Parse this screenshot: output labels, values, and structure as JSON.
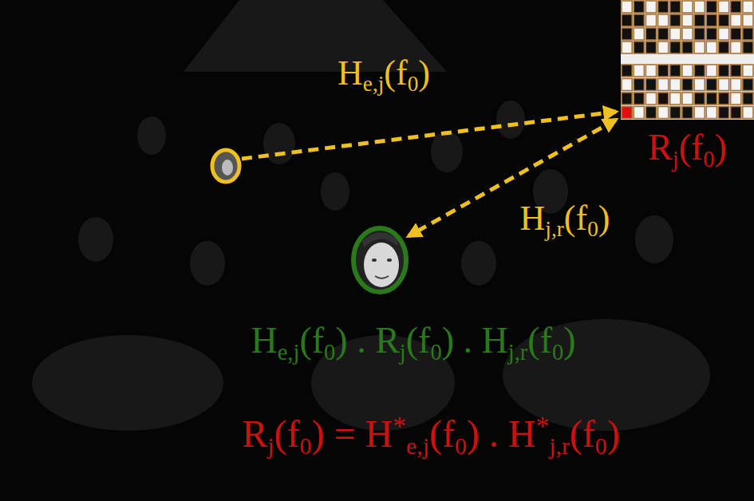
{
  "diagram": {
    "nodes": [
      {
        "text": [
          "Rj(f0)"
        ]
      }
    ],
    "labels": [
      "He,j(f0)",
      "Hj,r(f0)",
      "He,j(f0) . Rj(f0) . Hj,r(f0)",
      "Rj(f0) = H*e,j(f0) . H*j,r(f0)"
    ]
  }
}
